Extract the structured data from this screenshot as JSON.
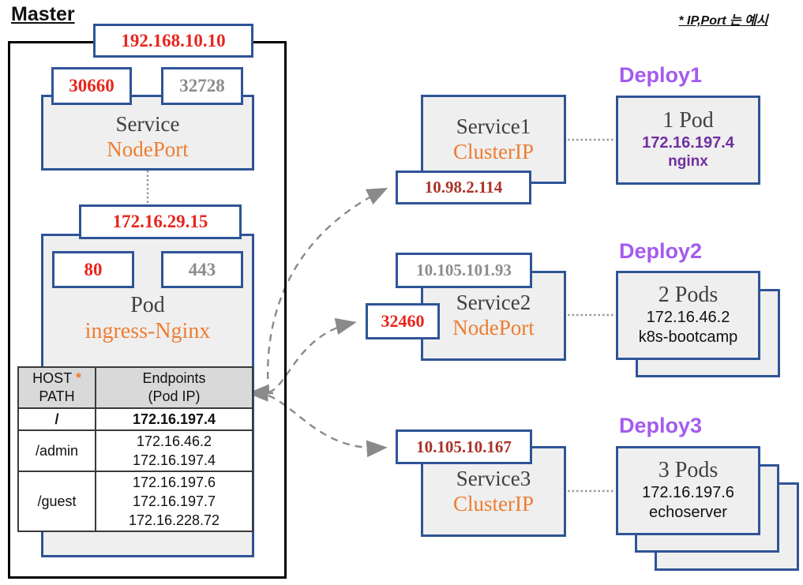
{
  "annotation": {
    "text": "* IP,Port 는 예시"
  },
  "colors": {
    "accent_blue": "#2f5496",
    "orange": "#ed7d31",
    "bright_red": "#e8251d",
    "dark_red": "#a93328",
    "purple_ip": "#7030a0",
    "purple_deploy": "#a35bef",
    "gray_text": "#8c8c8c",
    "panel_gray": "#efefef",
    "table_header_gray": "#d9d9d9"
  },
  "master": {
    "label": "Master",
    "node_ip": "192.168.10.10",
    "service": {
      "name": "Service",
      "type": "NodePort",
      "port_active": "30660",
      "port_inactive": "32728"
    },
    "pod": {
      "ip": "172.16.29.15",
      "name": "Pod",
      "app": "ingress-Nginx",
      "port_active": "80",
      "port_inactive": "443"
    },
    "routing_table": {
      "header_host": "HOST",
      "header_asterisk": "*",
      "header_path": "PATH",
      "header_endpoints": "Endpoints",
      "header_endpoints_sub": "(Pod IP)",
      "rows": [
        {
          "path": "/",
          "endpoints": [
            "172.16.197.4"
          ]
        },
        {
          "path": "/admin",
          "endpoints": [
            "172.16.46.2",
            "172.16.197.4"
          ]
        },
        {
          "path": "/guest",
          "endpoints": [
            "172.16.197.6",
            "172.16.197.7",
            "172.16.228.72"
          ]
        }
      ]
    }
  },
  "services": [
    {
      "name": "Service1",
      "type": "ClusterIP",
      "cluster_ip": "10.98.2.114"
    },
    {
      "name": "Service2",
      "type": "NodePort",
      "cluster_ip": "10.105.101.93",
      "node_port": "32460"
    },
    {
      "name": "Service3",
      "type": "ClusterIP",
      "cluster_ip": "10.105.10.167"
    }
  ],
  "deployments": [
    {
      "label": "Deploy1",
      "pods": "1 Pod",
      "ip": "172.16.197.4",
      "app": "nginx"
    },
    {
      "label": "Deploy2",
      "pods": "2 Pods",
      "ip": "172.16.46.2",
      "app": "k8s-bootcamp"
    },
    {
      "label": "Deploy3",
      "pods": "3 Pods",
      "ip": "172.16.197.6",
      "app": "echoserver"
    }
  ]
}
